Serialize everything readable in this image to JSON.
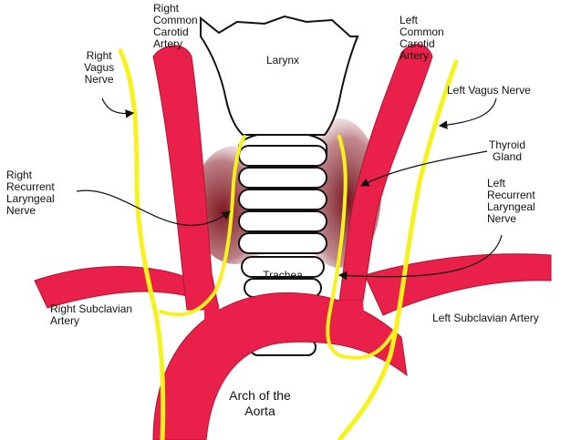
{
  "colors": {
    "artery": "#e8204a",
    "artery_edge": "#b5122f",
    "nerve": "#f7f21c",
    "thyroid": "#7a0c16",
    "outline": "#111111",
    "background": "#ffffff"
  },
  "labels": {
    "right_common_carotid": [
      "Right",
      "Common",
      "Carotid",
      "Artery"
    ],
    "right_vagus": [
      "Right",
      "Vagus",
      "Nerve"
    ],
    "larynx": "Larynx",
    "left_common_carotid": [
      "Left",
      "Common",
      "Carotid",
      "Artery"
    ],
    "left_vagus": "Left Vagus Nerve",
    "thyroid": [
      "Thyroid",
      "Gland"
    ],
    "right_recurrent": [
      "Right",
      "Recurrent",
      "Laryngeal",
      "Nerve"
    ],
    "left_recurrent": [
      "Left",
      "Recurrent",
      "Laryngeal",
      "Nerve"
    ],
    "trachea": "Trachea",
    "right_subclavian": [
      "Right Subclavian",
      "Artery"
    ],
    "left_subclavian": "Left Subclavian Artery",
    "aortic_arch": [
      "Arch of the",
      "Aorta"
    ]
  }
}
